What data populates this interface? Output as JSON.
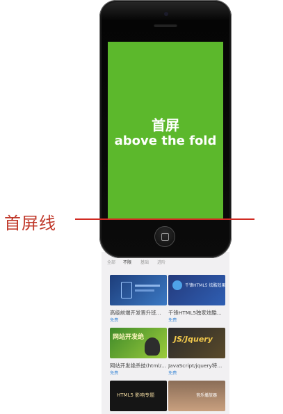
{
  "annotation": {
    "fold_label": "首屏线",
    "line_color": "#d12b23"
  },
  "screen": {
    "title_cn": "首屏",
    "title_en": "above the fold",
    "bg_color": "#5cb82c"
  },
  "tabs": [
    {
      "label": "全部"
    },
    {
      "label": "不限"
    },
    {
      "label": "基础"
    },
    {
      "label": "进阶"
    }
  ],
  "courses": [
    {
      "title": "高级前端开发晋升班...",
      "price": "免费",
      "thumb_text": ""
    },
    {
      "title": "千锋HTML5独家炫酷...",
      "price": "免费",
      "thumb_text": "千锋HTML5 炫酷效果"
    },
    {
      "title": "网站开发绝杀技(html/...",
      "price": "免费",
      "thumb_text": "网站开发绝"
    },
    {
      "title": "JavaScript/jquery特...",
      "price": "免费",
      "thumb_text": "JS/Jquery"
    },
    {
      "title": "",
      "price": "",
      "thumb_text": "HTML5 影响专题"
    },
    {
      "title": "",
      "price": "",
      "thumb_text": "音乐播放器"
    }
  ]
}
